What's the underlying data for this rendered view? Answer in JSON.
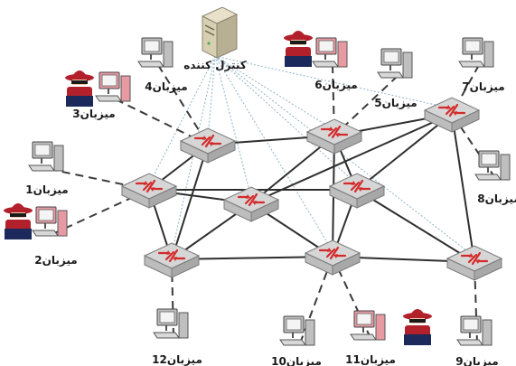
{
  "controller": {
    "label": "کنترل کننده",
    "icon": "server-icon"
  },
  "colors": {
    "link": "#2e2e2e",
    "host_link": "#3a3a3a",
    "control_link": "#8fb3c9",
    "switch_top": "#d6d6d6",
    "switch_side": "#a8a8a8",
    "switch_arrow": "#d42a2a",
    "normal_host": "#bfbfbf",
    "attacker_host": "#e89aa3",
    "attacker": "#b2202c"
  },
  "switches": [
    {
      "id": "S1"
    },
    {
      "id": "S2"
    },
    {
      "id": "S3"
    },
    {
      "id": "S4"
    },
    {
      "id": "S5"
    },
    {
      "id": "S6"
    },
    {
      "id": "S7"
    },
    {
      "id": "S8"
    },
    {
      "id": "S9"
    },
    {
      "id": "S10"
    }
  ],
  "links": [
    [
      "S1",
      "S2"
    ],
    [
      "S2",
      "S7"
    ],
    [
      "S1",
      "S3"
    ],
    [
      "S3",
      "S6"
    ],
    [
      "S6",
      "S7"
    ],
    [
      "S2",
      "S5"
    ],
    [
      "S3",
      "S5"
    ],
    [
      "S5",
      "S4"
    ],
    [
      "S1",
      "S4"
    ],
    [
      "S2",
      "S9"
    ],
    [
      "S4",
      "S10"
    ],
    [
      "S5",
      "S10"
    ],
    [
      "S6",
      "S10"
    ],
    [
      "S7",
      "S8"
    ],
    [
      "S8",
      "S9"
    ],
    [
      "S9",
      "S10"
    ],
    [
      "S10",
      "S8"
    ],
    [
      "S1",
      "S5"
    ],
    [
      "S2",
      "S6"
    ]
  ],
  "hosts": [
    {
      "id": "h1",
      "label": "میزبان1",
      "type": "normal",
      "switch": "S3"
    },
    {
      "id": "h2",
      "label": "میزبان2",
      "type": "attacker",
      "switch": "S3"
    },
    {
      "id": "h3",
      "label": "میزبان3",
      "type": "attacker",
      "switch": "S1"
    },
    {
      "id": "h4",
      "label": "میزبان4",
      "type": "normal",
      "switch": "S1"
    },
    {
      "id": "h5",
      "label": "میزبان5",
      "type": "normal",
      "switch": "S2"
    },
    {
      "id": "h6",
      "label": "میزبان6",
      "type": "attacker",
      "switch": "S2"
    },
    {
      "id": "h7",
      "label": "میزبان7",
      "type": "normal",
      "switch": "S7"
    },
    {
      "id": "h8",
      "label": "میزبان8",
      "type": "normal",
      "switch": "S7"
    },
    {
      "id": "h9",
      "label": "میزبان9",
      "type": "normal",
      "switch": "S8"
    },
    {
      "id": "h10",
      "label": "میزبان10",
      "type": "normal",
      "switch": "S9"
    },
    {
      "id": "h11",
      "label": "میزبان11",
      "type": "attacker",
      "switch": "S9"
    },
    {
      "id": "h12",
      "label": "میزبان12",
      "type": "normal",
      "switch": "S6"
    }
  ]
}
